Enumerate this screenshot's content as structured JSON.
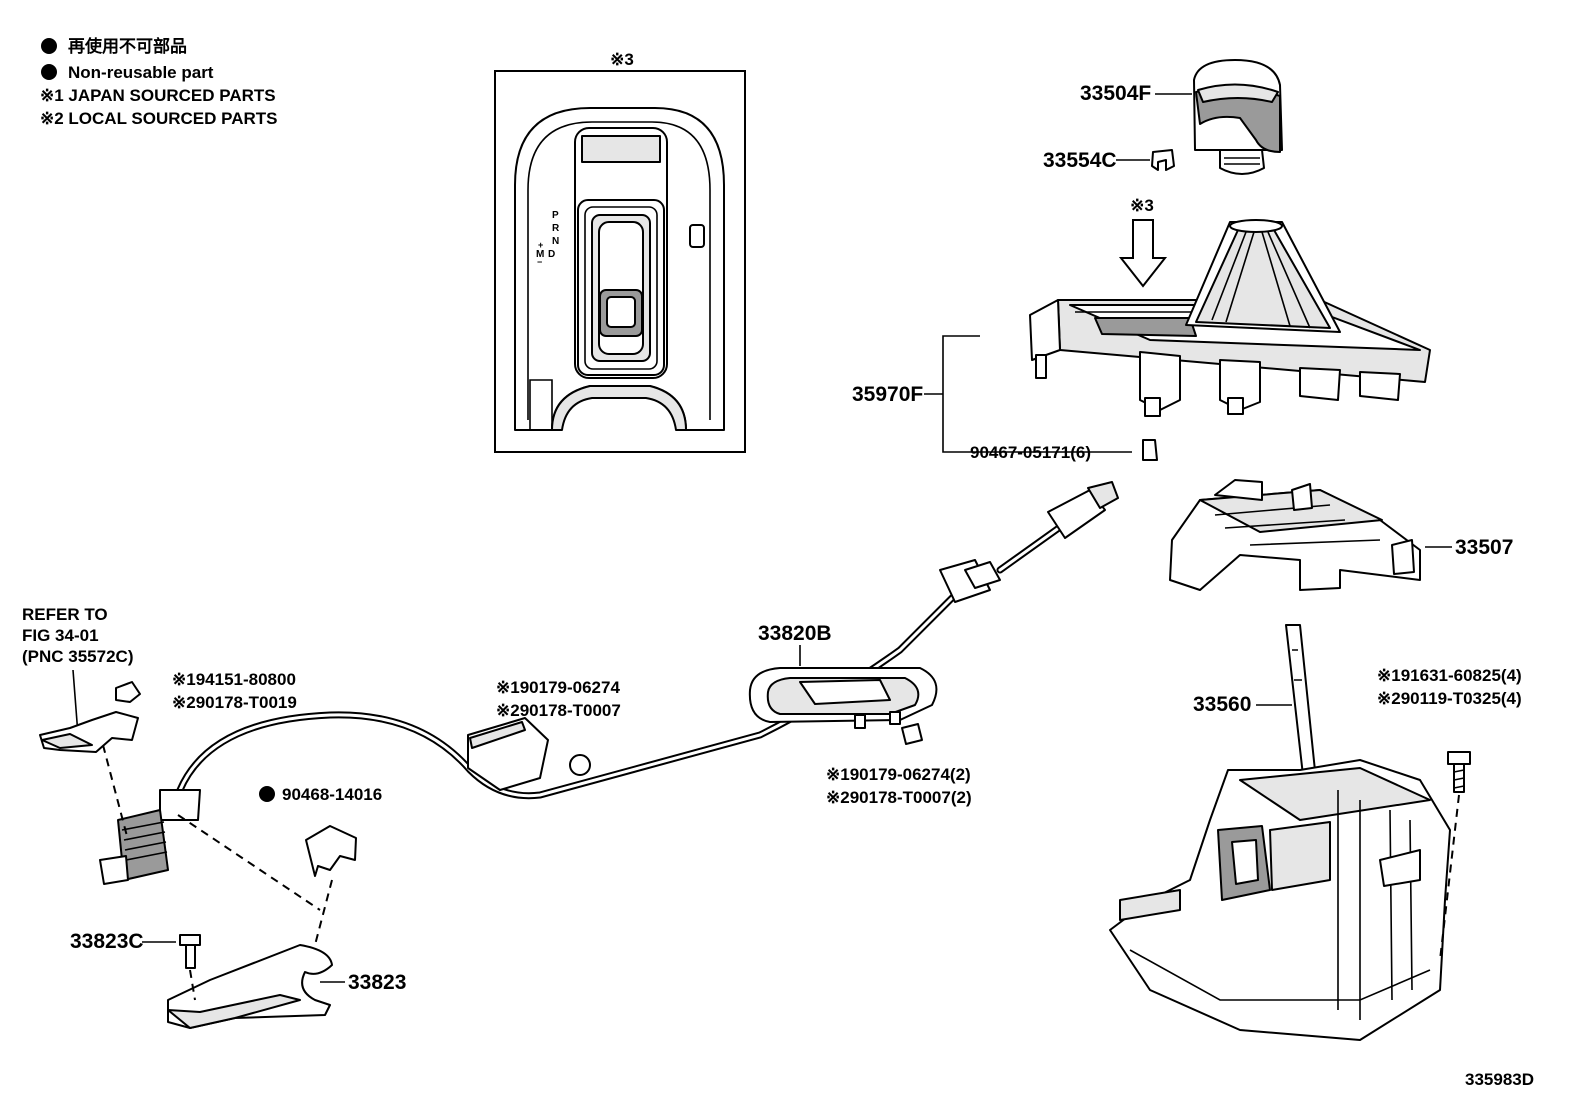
{
  "legend": {
    "line1": "再使用不可部品",
    "line2": "Non-reusable part",
    "line3": "※1 JAPAN SOURCED PARTS",
    "line4": "※2 LOCAL SOURCED PARTS"
  },
  "inset": {
    "title": "※3",
    "gear_p": "P",
    "gear_r": "R",
    "gear_n": "N",
    "gear_d": "D",
    "gear_m": "M",
    "gear_plus": "+",
    "gear_minus": "−"
  },
  "arrow_label": "※3",
  "labels": {
    "knob": "33504F",
    "clip": "33554C",
    "bezel": "35970F",
    "bezel_clip": "90467-05171(6)",
    "housing": "33507",
    "cable_plate": "33820B",
    "lever": "33560",
    "refer_1": "REFER TO",
    "refer_2": "FIG 34-01",
    "refer_3": "(PNC 35572C)",
    "nut_a_1": "※194151-80800",
    "nut_a_2": "※290178-T0019",
    "nut_b_1": "※190179-06274",
    "nut_b_2": "※290178-T0007",
    "nut_c_1": "※190179-06274(2)",
    "nut_c_2": "※290178-T0007(2)",
    "bolt_r_1": "※191631-60825(4)",
    "bolt_r_2": "※290119-T0325(4)",
    "clip_nr": "90468-14016",
    "bolt_l": "33823C",
    "bracket": "33823",
    "diagram_id": "335983D"
  },
  "colors": {
    "line": "#000000",
    "shade": "#9a9a9a",
    "paper": "#ffffff"
  }
}
